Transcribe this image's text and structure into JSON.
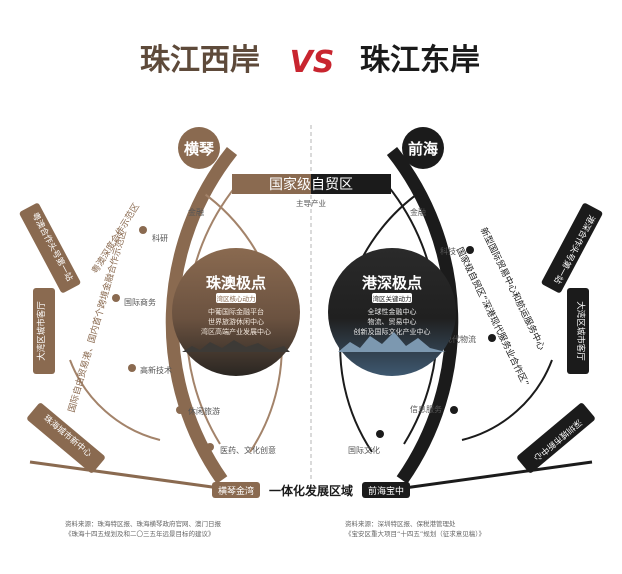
{
  "header": {
    "left_title": "珠江西岸",
    "vs": "VS",
    "right_title": "珠江东岸"
  },
  "center": {
    "banner": "国家级自贸区",
    "sub_label": "主导产业",
    "bottom_label": "一体化发展区域"
  },
  "left": {
    "badge": "横琴",
    "pole_title": "珠澳极点",
    "pole_tag": "湾区核心动力",
    "pole_lines": [
      "中葡国际金融平台",
      "世界旅游休闲中心",
      "湾区高端产业发展中心"
    ],
    "industries": [
      "金融",
      "科研",
      "国际商务",
      "高新技术",
      "休闲旅游",
      "医药、文化创意"
    ],
    "inner_text_1": "国际自由贸易港、国内首个跨境金融合作示范区",
    "inner_text_2": "粤澳深度合作示范区",
    "outer_labels": [
      "粤澳合作头号第一站",
      "大湾区城市客厅",
      "珠海城市新中心"
    ],
    "bottom_tag": "横琴金湾",
    "source": [
      "资料来源：珠海特区报、珠海横琴政府官网、澳门日报",
      "《珠海十四五规划及和二〇三五年远景目标的建议》"
    ]
  },
  "right": {
    "badge": "前海",
    "pole_title": "港深极点",
    "pole_tag": "湾区关键动力",
    "pole_lines": [
      "全球性金融中心",
      "物流、贸易中心",
      "创新及国际文化产业中心"
    ],
    "industries": [
      "金融",
      "科技",
      "现代物流",
      "信息服务",
      "国际文化"
    ],
    "inner_text_1": "新型国际贸易中心和航运服务中心",
    "inner_text_2": "国家级自贸区“深港现代服务业合作区”",
    "outer_labels": [
      "港深合作头号第一站",
      "大湾区城市客厅",
      "深圳城市新中心"
    ],
    "bottom_tag": "前海宝中",
    "source": [
      "资料来源：深圳特区报、保税港管理处",
      "《宝安区重大项目“十四五”规划（征求意见稿）》"
    ]
  },
  "colors": {
    "left_accent": "#8a6a50",
    "left_line": "#a3836a",
    "right_accent": "#1b1b1b",
    "vs_red": "#c8252f",
    "title_left": "#5e4a3a",
    "title_right": "#1a1a1a"
  }
}
